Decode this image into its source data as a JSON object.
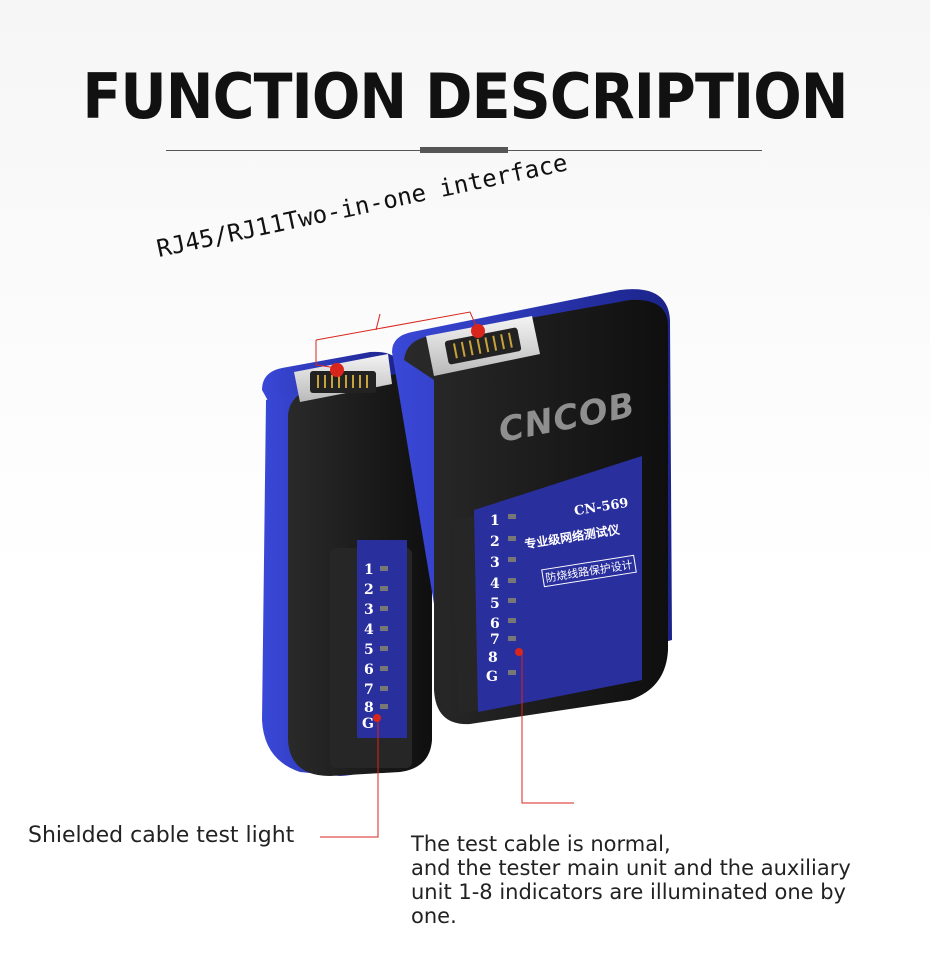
{
  "header": {
    "title": "FUNCTION DESCRIPTION"
  },
  "callouts": {
    "interface": "RJ45/RJ11Two-in-one interface",
    "shielded": "Shielded cable test light",
    "normal_lines": [
      "The test cable is normal,",
      "and the tester main unit and the auxiliary",
      "unit 1-8 indicators are illuminated one by",
      "one."
    ]
  },
  "device": {
    "brand": "CNCOB",
    "model": "CN-569",
    "label_line1": "专业级网络测试仪",
    "label_line2": "防烧线路保护设计",
    "indicators": [
      "1",
      "2",
      "3",
      "4",
      "5",
      "6",
      "7",
      "8",
      "G"
    ]
  },
  "colors": {
    "accent": "#d9261c",
    "body": "#1a1a1a",
    "trim": "#1f2aa6",
    "panel": "#2a2f9e"
  }
}
